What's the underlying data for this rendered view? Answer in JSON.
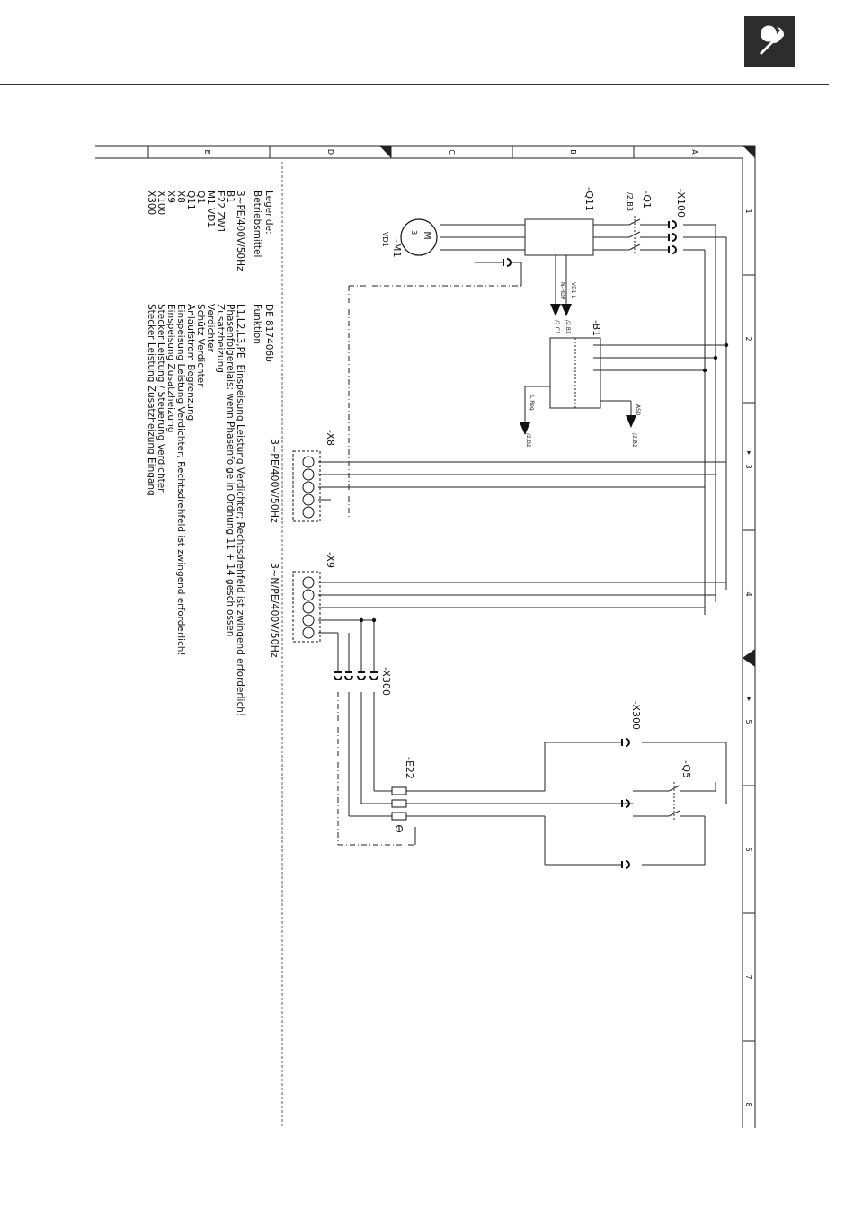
{
  "header": {
    "icon": "wrench-icon",
    "icon_bg": "#2d2d2d"
  },
  "frame": {
    "columns": [
      "1",
      "2",
      "3",
      "4",
      "5",
      "6",
      "7",
      "8"
    ],
    "rows": [
      "A",
      "B",
      "C",
      "D",
      "E"
    ]
  },
  "components": {
    "x100": "-X100",
    "q1": "-Q1",
    "q1_ref": "/2.B3",
    "q11": "-Q11",
    "m1": "-M1",
    "m1_sub": "VD1",
    "motor_m": "M",
    "motor_phase": "3~",
    "b1": "-B1",
    "b1_term1": "VD1 L",
    "b1_term2": "N-HDP",
    "b1_ref1": "/2.B1",
    "b1_ref2": "/2.C1",
    "asd": "ASD",
    "asd_ref": "/2.B2",
    "lreg": "L Reg",
    "lreg_ref": "/2.B2",
    "x8": "-X8",
    "x8_supply": "3~PE/400V/50Hz",
    "x9": "-X9",
    "x9_supply": "3~N/PE/400V/50Hz",
    "x300a": "-X300",
    "x300b": "-X300",
    "q5": "-Q5",
    "e22": "-E22"
  },
  "legend": {
    "title": "Legende:",
    "subtitle": "Betriebsmittel",
    "doc_no": "DE 817406b",
    "func_header": "Funktion",
    "entries": [
      {
        "code": "3~PE/400V/50Hz",
        "text": "L1,L2,L3,PE: Einspeisung Leistung Verdichter; Rechtsdrehfeld ist zwingend erforderlich!"
      },
      {
        "code": "B1",
        "text": "Phasenfolgerelais; wenn Phasenfolge in Ordnung 11 + 14 geschlossen"
      },
      {
        "code": "E22    ZW1",
        "text": "Zusatzheizung"
      },
      {
        "code": "M1     VD1",
        "text": "Verdichter"
      },
      {
        "code": "Q1",
        "text": "Schütz Verdichter"
      },
      {
        "code": "Q11",
        "text": "Anlaufstrom Begrenzung"
      },
      {
        "code": "X8",
        "text": "Einspeisung Leistung Verdichter; Rechtsdrehfeld ist zwingend erforderlich!"
      },
      {
        "code": "X9",
        "text": "Einspeisung Zusatzheizung"
      },
      {
        "code": "X100",
        "text": "Stecker Leistung / Steuerung Verdichter"
      },
      {
        "code": "X300",
        "text": "Stecker Leistung Zusatzheizung Eingang"
      }
    ]
  }
}
